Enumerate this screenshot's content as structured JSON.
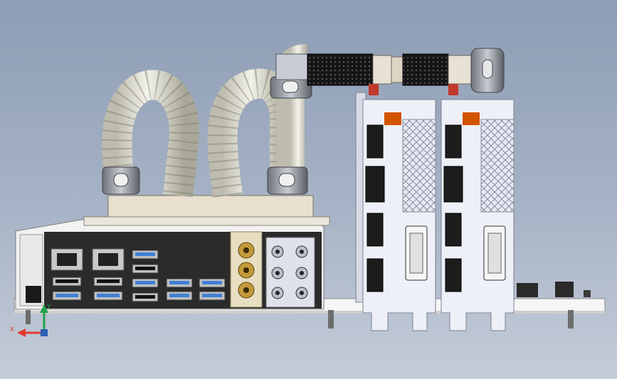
{
  "scene": {
    "description_type": "cad-model",
    "background_colors": [
      "#8d9db4",
      "#c4ccd8"
    ],
    "accent_colors": {
      "motherboard_pcb": "#ffffff",
      "io_shield": "#f2f2f2",
      "tubing": "#e9e7dc",
      "gpu_bracket": "#eef0f8",
      "reservoir_block": "#e8dfcf",
      "radiator_fins": "#111111",
      "usb3_blue": "#3f7fd8",
      "gold_connector": "#c49a3a"
    },
    "icons": [
      "motherboard-icon",
      "ethernet-port-icon",
      "usb-port-icon",
      "audio-jack-icon",
      "dvi-port-icon",
      "hdmi-port-icon",
      "displayport-icon",
      "water-tube-icon",
      "radiator-icon",
      "axis-triad-icon"
    ]
  },
  "axis_triad": {
    "x_label": "X",
    "y_label": "Y",
    "x_color": "#e03a2f",
    "y_color": "#1fa24a"
  }
}
